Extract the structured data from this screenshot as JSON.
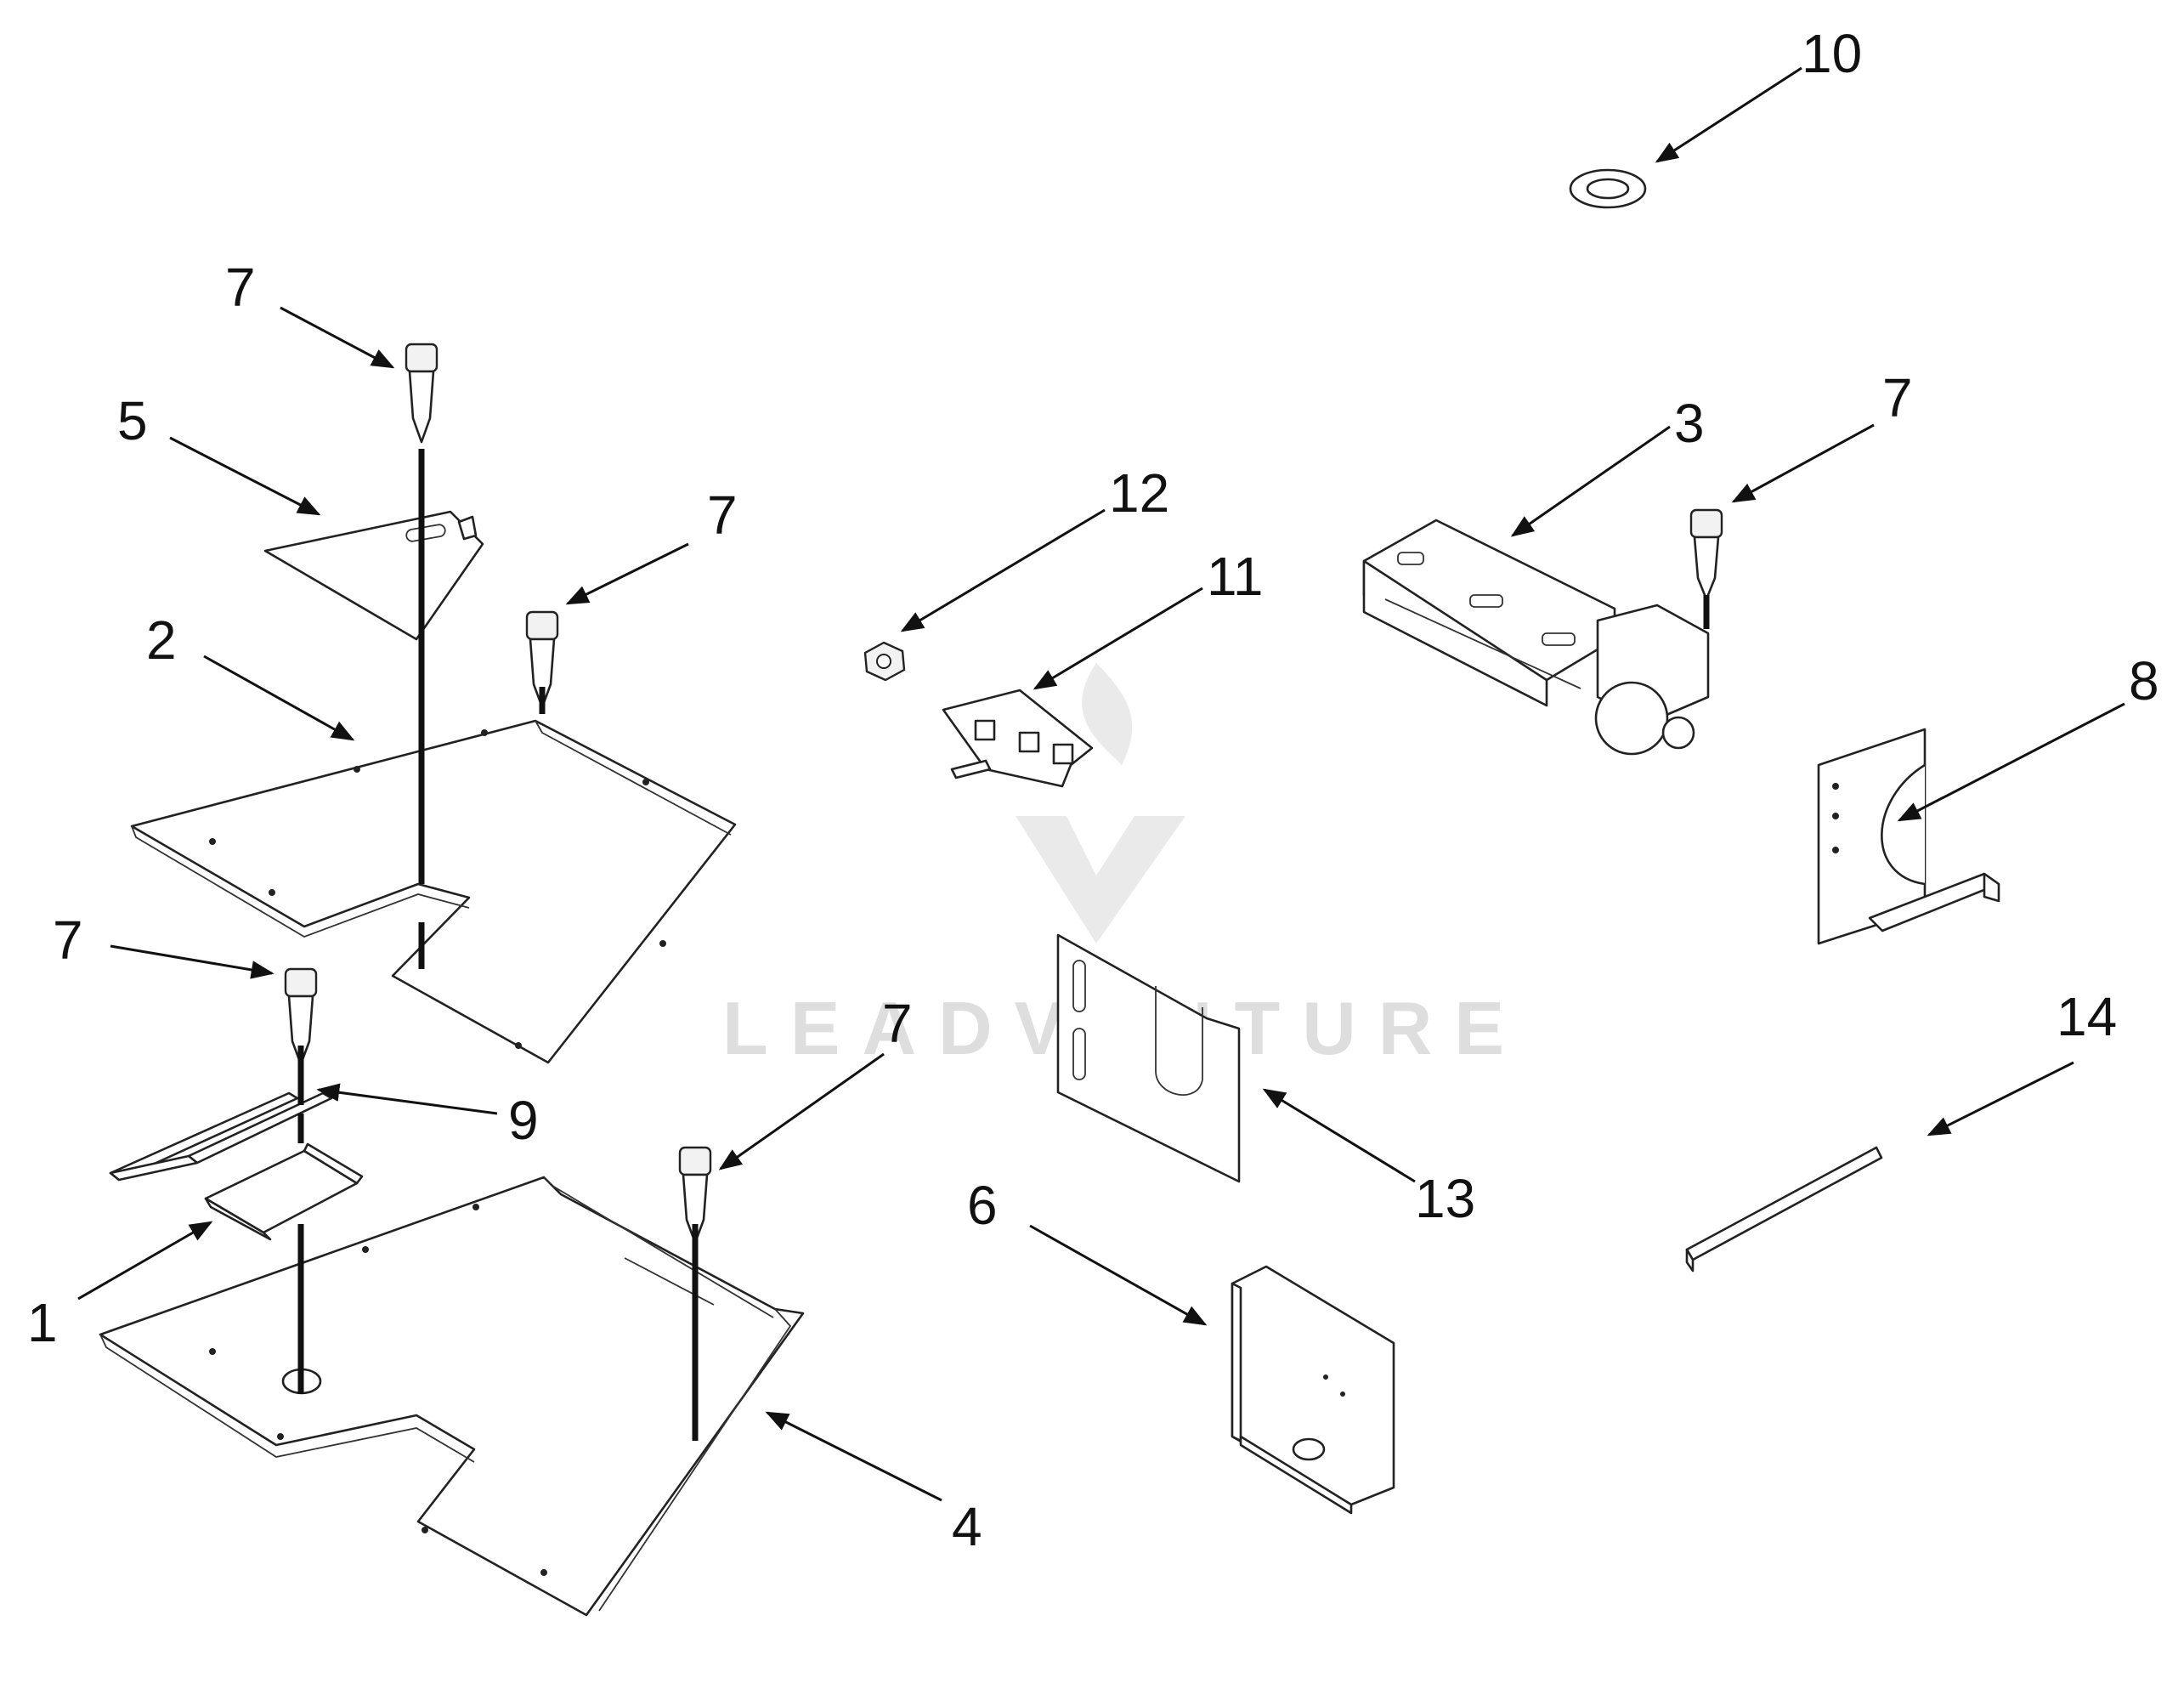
{
  "watermark": {
    "text": "LEADVENTURE"
  },
  "callouts": {
    "c1": "1",
    "c2": "2",
    "c3": "3",
    "c4": "4",
    "c5": "5",
    "c6": "6",
    "c7a": "7",
    "c7b": "7",
    "c7c": "7",
    "c7d": "7",
    "c7e": "7",
    "c8": "8",
    "c9": "9",
    "c10": "10",
    "c11": "11",
    "c12": "12",
    "c13": "13",
    "c14": "14"
  },
  "colors": {
    "line": "#222222",
    "background": "#ffffff",
    "watermark": "#d4d4d4"
  }
}
